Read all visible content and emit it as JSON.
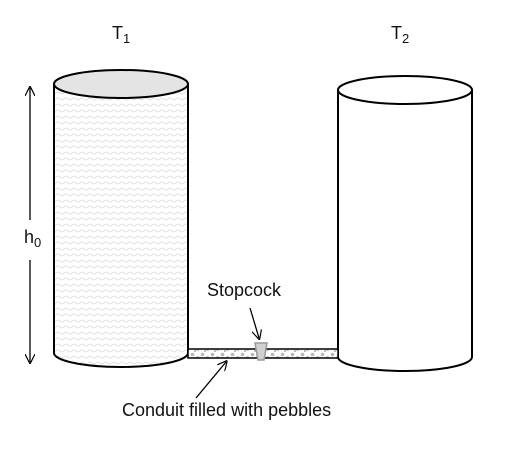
{
  "tank_left": {
    "letter": "T",
    "subscript": "1"
  },
  "tank_right": {
    "letter": "T",
    "subscript": "2"
  },
  "height": {
    "letter": "h",
    "subscript": "0"
  },
  "stopcock_label": "Stopcock",
  "conduit_label": "Conduit filled with pebbles",
  "colors": {
    "stroke": "#000000",
    "tank_fill": "#ffffff",
    "water_texture": "#d9d9d9",
    "water_surface": "#e4e4e4",
    "pebble": "#b8b8b8",
    "stopcock": "#9a9a9a",
    "text": "#111111"
  }
}
